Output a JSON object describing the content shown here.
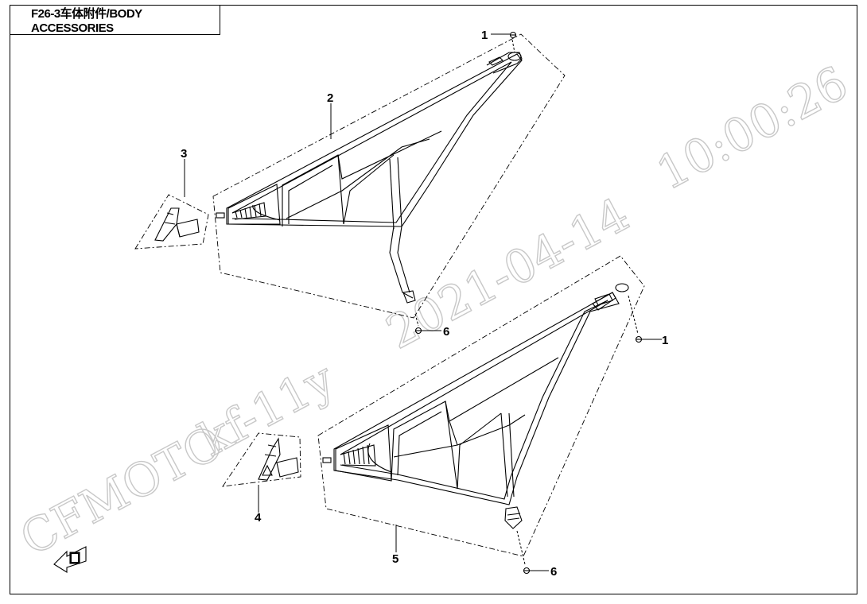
{
  "title": "F26-3车体附件/BODY ACCESSORIES",
  "watermark": {
    "company": "CFMOTO",
    "user": "kf-11y",
    "date": "2021-04-14",
    "time": "10:00:26"
  },
  "callouts": [
    {
      "id": "1a",
      "label": "1"
    },
    {
      "id": "2",
      "label": "2"
    },
    {
      "id": "3",
      "label": "3"
    },
    {
      "id": "6a",
      "label": "6"
    },
    {
      "id": "1b",
      "label": "1"
    },
    {
      "id": "4",
      "label": "4"
    },
    {
      "id": "5",
      "label": "5"
    },
    {
      "id": "6b",
      "label": "6"
    }
  ],
  "colors": {
    "line": "#000000",
    "watermark": "#c8c8c8"
  }
}
